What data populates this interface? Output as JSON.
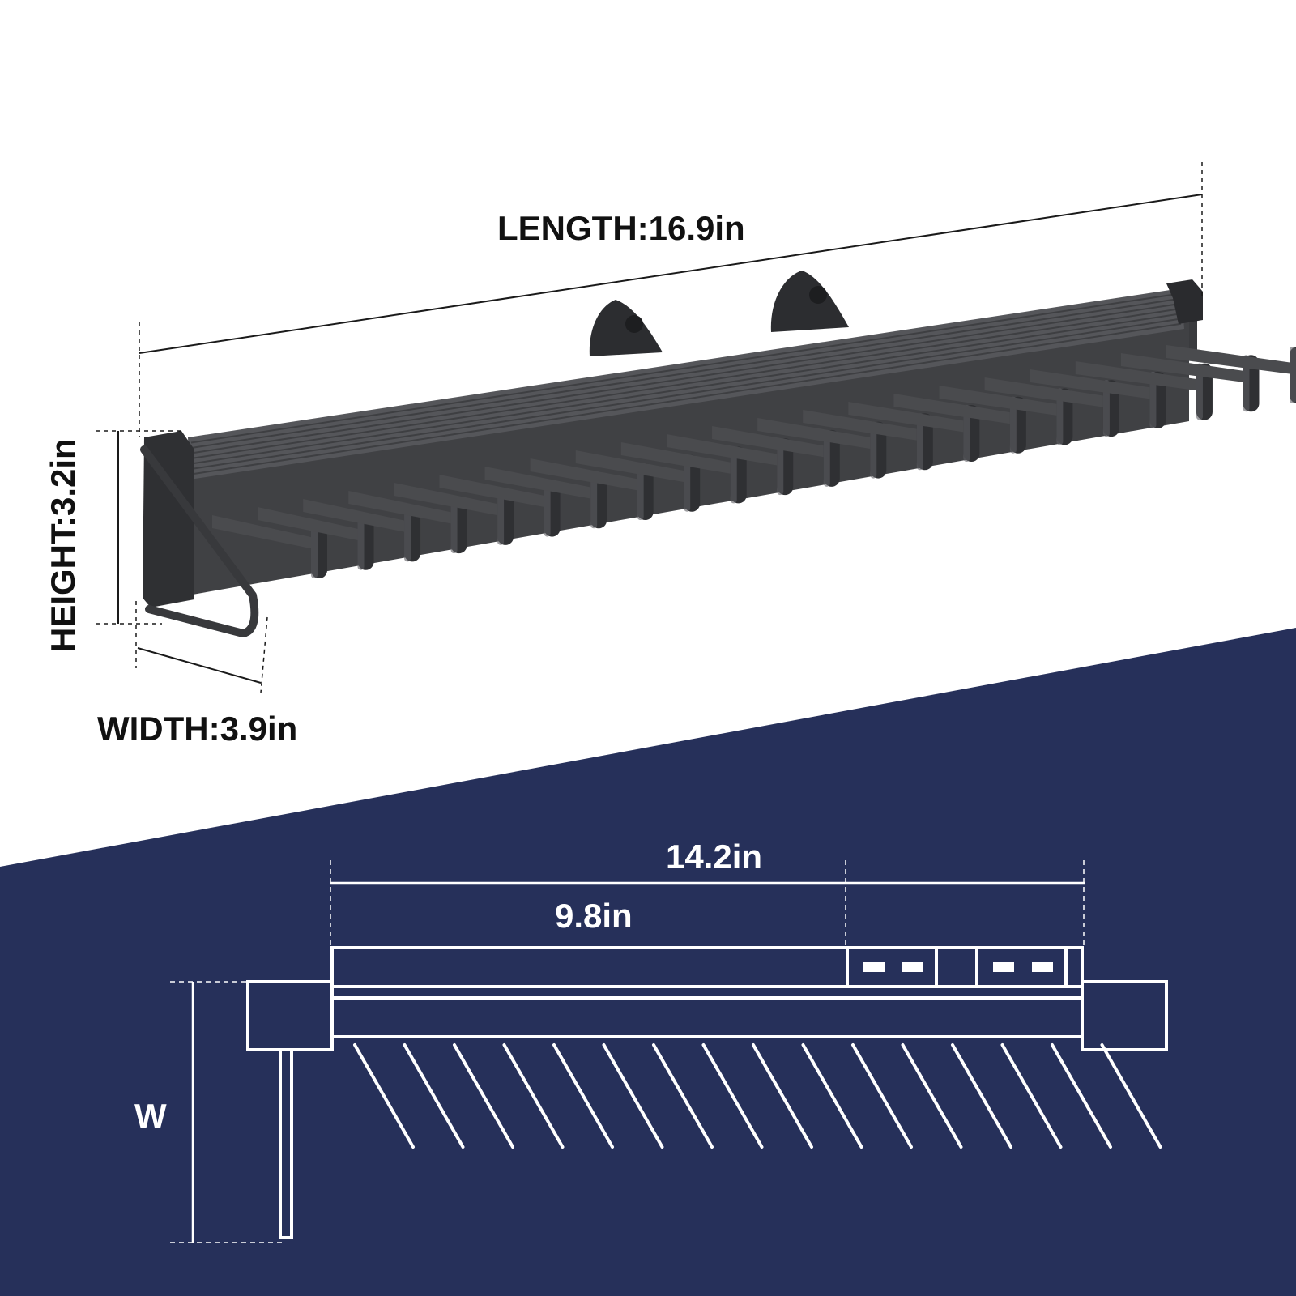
{
  "colors": {
    "background": "#ffffff",
    "navy": "#26305a",
    "product": "#4a4b4e",
    "product_dark": "#2f3033",
    "product_light": "#5d5e62",
    "line_dark": "#1a1a1a",
    "line_light": "#ffffff"
  },
  "product_view": {
    "length_label": "LENGTH:16.9in",
    "height_label": "HEIGHT:3.2in",
    "width_label": "WIDTH:3.9in",
    "hook_count": 22
  },
  "schematic": {
    "total_extension_label": "14.2in",
    "inner_extension_label": "9.8in",
    "width_label": "W",
    "hook_count": 16
  }
}
